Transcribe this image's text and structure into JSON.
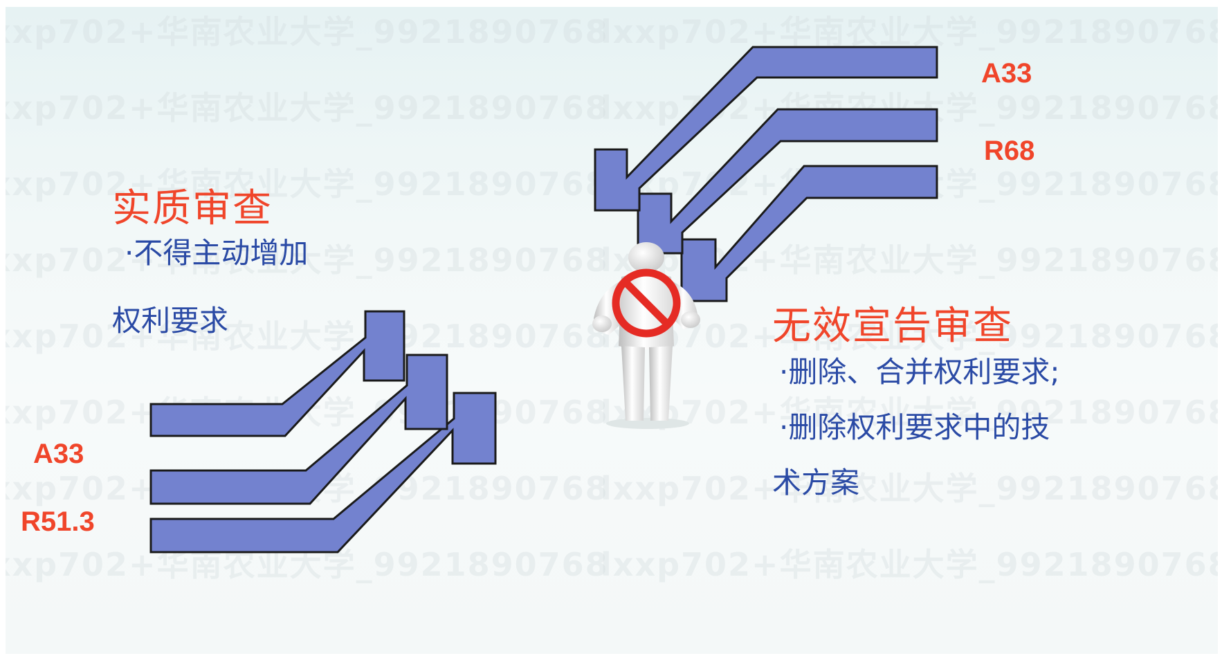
{
  "colors": {
    "arrow_fill": "#7382cf",
    "arrow_stroke": "#1a1a1a",
    "heading": "#f0452a",
    "body_text": "#2a4aa5",
    "no_sign": "#e52b24"
  },
  "watermark_text": "lxxp702+华南农业大学_9921890768",
  "left": {
    "heading": "实质审查",
    "line1": "·不得主动增加",
    "line2": "权利要求",
    "codes": [
      "A33",
      "R51.3"
    ]
  },
  "right": {
    "heading": "无效宣告审查",
    "line1": "·删除、合并权利要求;",
    "line2": "·删除权利要求中的技",
    "line3": "术方案",
    "codes": [
      "A33",
      "R68"
    ]
  },
  "center_icon": "person-with-no-sign-icon"
}
